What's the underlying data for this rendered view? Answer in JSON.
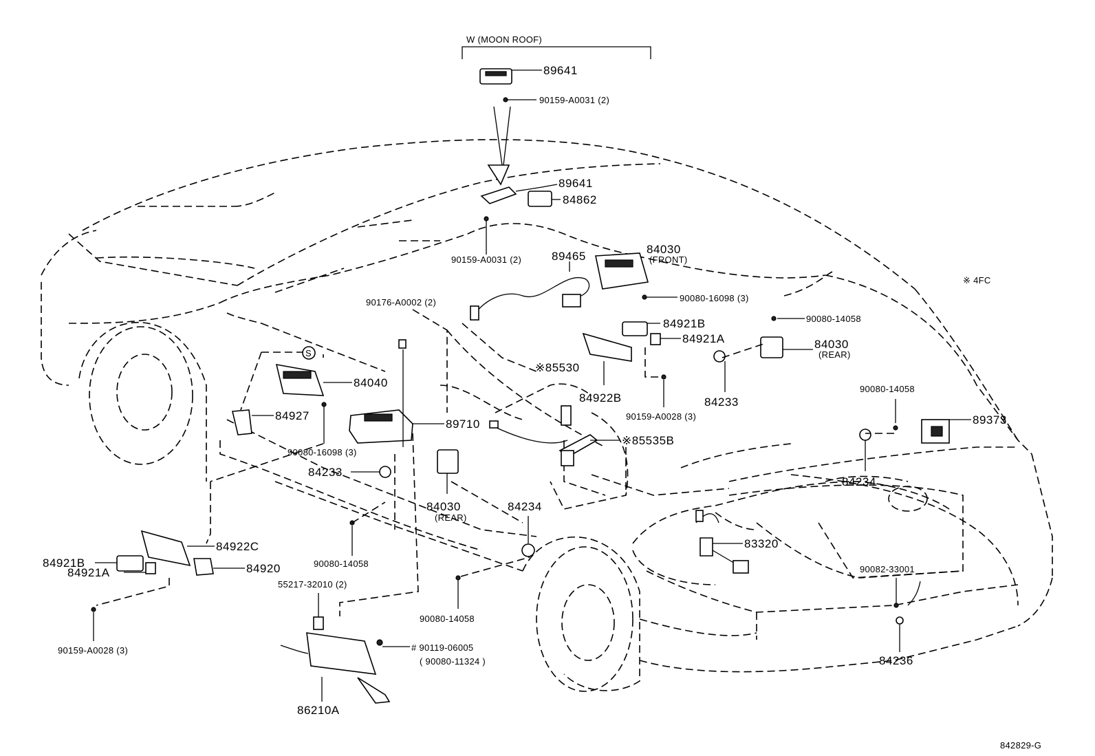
{
  "diagram": {
    "figure_code": "842829-G",
    "note": "※ 4FC",
    "moon_roof_header": "W (MOON ROOF)",
    "labels": [
      {
        "id": "lbl-89641-top",
        "text": "89641"
      },
      {
        "id": "lbl-90159-a0031-top",
        "text": "90159-A0031 (2)"
      },
      {
        "id": "lbl-89641",
        "text": "89641"
      },
      {
        "id": "lbl-84862",
        "text": "84862"
      },
      {
        "id": "lbl-90159-a0031",
        "text": "90159-A0031 (2)"
      },
      {
        "id": "lbl-89465",
        "text": "89465"
      },
      {
        "id": "lbl-84030-front",
        "text": "84030"
      },
      {
        "id": "lbl-front",
        "text": "(FRONT)"
      },
      {
        "id": "lbl-90080-16098-r",
        "text": "90080-16098 (3)"
      },
      {
        "id": "lbl-90176-a0002",
        "text": "90176-A0002 (2)"
      },
      {
        "id": "lbl-84921b-r",
        "text": "84921B"
      },
      {
        "id": "lbl-84921a-r",
        "text": "84921A"
      },
      {
        "id": "lbl-90080-14058-r",
        "text": "90080-14058"
      },
      {
        "id": "lbl-84030-rear-r",
        "text": "84030"
      },
      {
        "id": "lbl-rear-r",
        "text": "(REAR)"
      },
      {
        "id": "lbl-85530",
        "text": "※85530"
      },
      {
        "id": "lbl-84922b",
        "text": "84922B"
      },
      {
        "id": "lbl-84233-r",
        "text": "84233"
      },
      {
        "id": "lbl-90159-a0028-r",
        "text": "90159-A0028 (3)"
      },
      {
        "id": "lbl-90080-14058-rr",
        "text": "90080-14058"
      },
      {
        "id": "lbl-89373",
        "text": "89373"
      },
      {
        "id": "lbl-84040",
        "text": "84040"
      },
      {
        "id": "lbl-84927",
        "text": "84927"
      },
      {
        "id": "lbl-89710",
        "text": "89710"
      },
      {
        "id": "lbl-85535b",
        "text": "※85535B"
      },
      {
        "id": "lbl-90080-16098-l",
        "text": "90080-16098 (3)"
      },
      {
        "id": "lbl-84233-l",
        "text": "84233"
      },
      {
        "id": "lbl-84030-rear-m",
        "text": "84030"
      },
      {
        "id": "lbl-rear-m",
        "text": "(REAR)"
      },
      {
        "id": "lbl-84234-r",
        "text": "84234"
      },
      {
        "id": "lbl-84234-m",
        "text": "84234"
      },
      {
        "id": "lbl-84922c",
        "text": "84922C"
      },
      {
        "id": "lbl-84921b-l",
        "text": "84921B"
      },
      {
        "id": "lbl-84920",
        "text": "84920"
      },
      {
        "id": "lbl-84921a-l",
        "text": "84921A"
      },
      {
        "id": "lbl-90080-14058-l",
        "text": "90080-14058"
      },
      {
        "id": "lbl-83320",
        "text": "83320"
      },
      {
        "id": "lbl-90082-33001",
        "text": "90082-33001"
      },
      {
        "id": "lbl-55217-32010",
        "text": "55217-32010 (2)"
      },
      {
        "id": "lbl-90080-14058-b",
        "text": "90080-14058"
      },
      {
        "id": "lbl-90119-06005",
        "text": "# 90119-06005"
      },
      {
        "id": "lbl-90080-11324",
        "text": "( 90080-11324 )"
      },
      {
        "id": "lbl-90159-a0028-l",
        "text": "90159-A0028 (3)"
      },
      {
        "id": "lbl-84236",
        "text": "84236"
      },
      {
        "id": "lbl-86210a",
        "text": "86210A"
      }
    ]
  }
}
